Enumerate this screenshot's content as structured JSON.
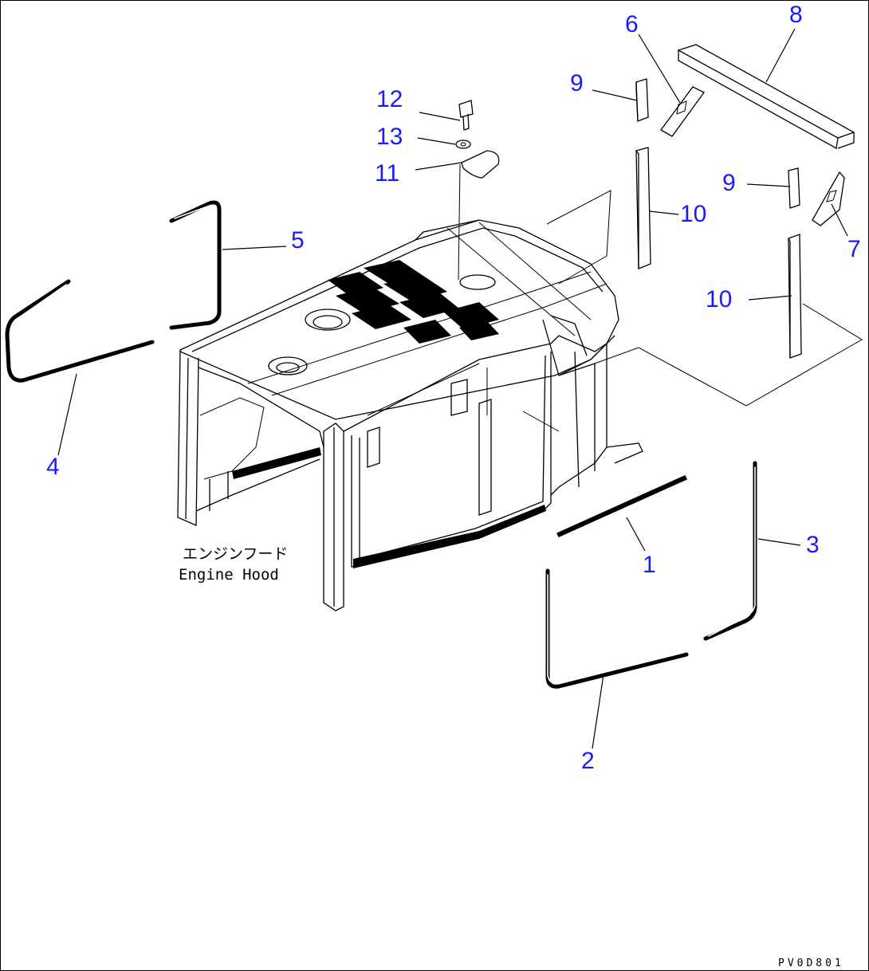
{
  "diagram": {
    "callouts": [
      {
        "id": "1",
        "label": "1"
      },
      {
        "id": "2",
        "label": "2"
      },
      {
        "id": "3",
        "label": "3"
      },
      {
        "id": "4",
        "label": "4"
      },
      {
        "id": "5",
        "label": "5"
      },
      {
        "id": "6",
        "label": "6"
      },
      {
        "id": "7",
        "label": "7"
      },
      {
        "id": "8",
        "label": "8"
      },
      {
        "id": "9a",
        "label": "9"
      },
      {
        "id": "9b",
        "label": "9"
      },
      {
        "id": "10a",
        "label": "10"
      },
      {
        "id": "10b",
        "label": "10"
      },
      {
        "id": "11",
        "label": "11"
      },
      {
        "id": "12",
        "label": "12"
      },
      {
        "id": "13",
        "label": "13"
      }
    ],
    "caption_jp": "エンジンフード",
    "caption_en": "Engine Hood",
    "drawing_code": "PV0D801",
    "colors": {
      "callout": "#1a1aff",
      "line": "#000000",
      "background": "#ffffff"
    }
  }
}
